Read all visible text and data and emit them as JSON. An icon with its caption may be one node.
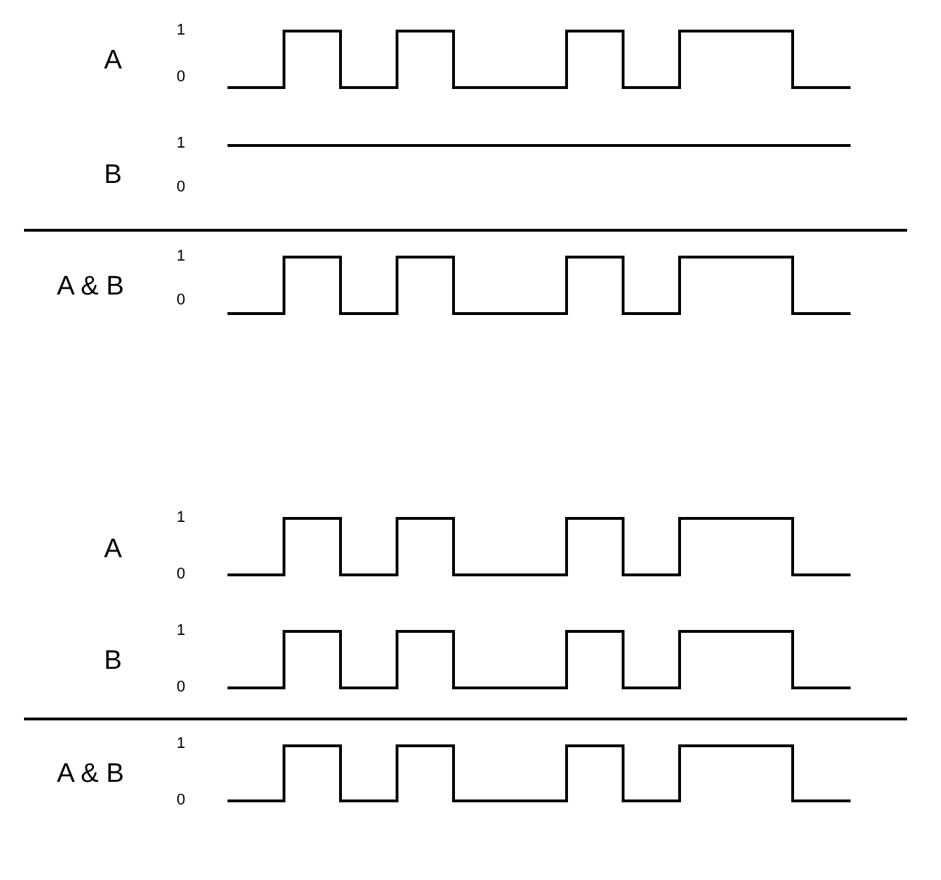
{
  "diagram": {
    "labels": [
      "A",
      "1",
      "0",
      "B",
      "1",
      "0",
      "A & B",
      "1",
      "0",
      "A",
      "1",
      "0",
      "B",
      "1",
      "0",
      "A & B",
      "1",
      "0"
    ]
  }
}
